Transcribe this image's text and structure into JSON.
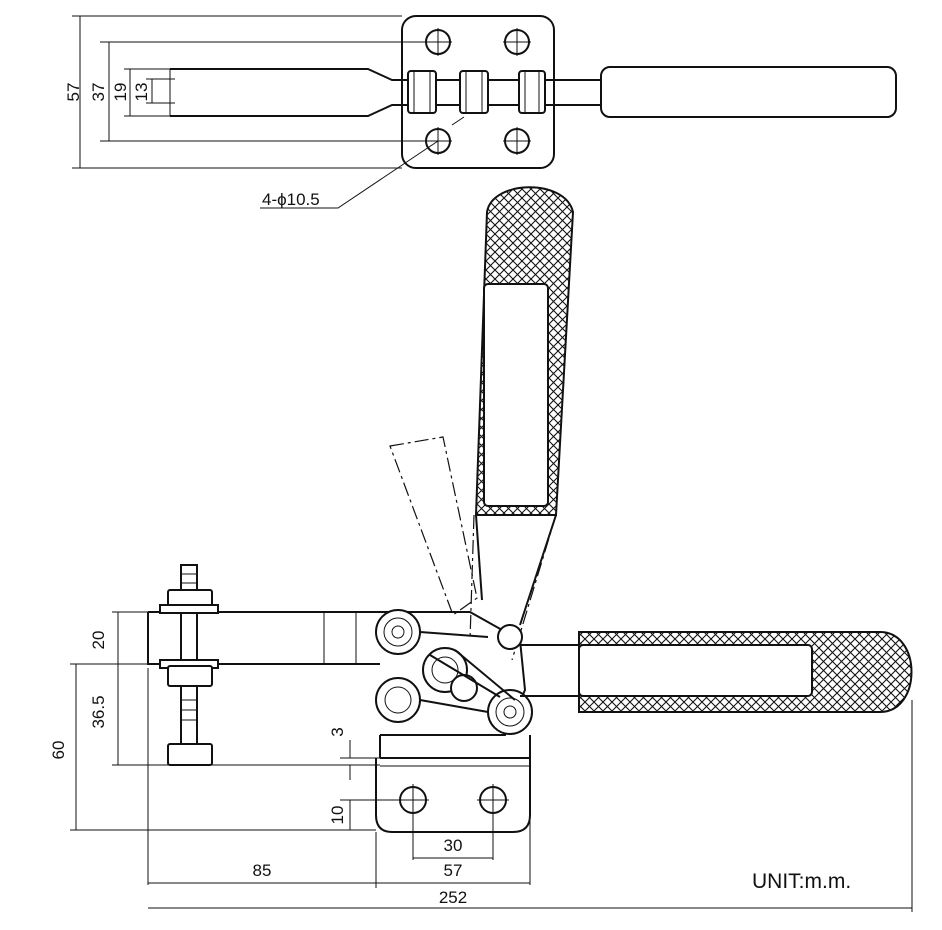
{
  "dimensions": {
    "top_overall_height": "57",
    "top_hole_spacing": "37",
    "top_arm_outer": "19",
    "top_arm_inner": "13",
    "hole_callout": "4-ϕ10.5",
    "side_bar_height": "20",
    "side_spindle_drop": "36.5",
    "side_overall_height": "60",
    "side_plate_thickness": "3",
    "side_hole_offset": "10",
    "base_hole_spacing": "30",
    "base_width": "57",
    "arm_reach": "85",
    "overall_length": "252"
  },
  "unit_label": "UNIT:m.m."
}
